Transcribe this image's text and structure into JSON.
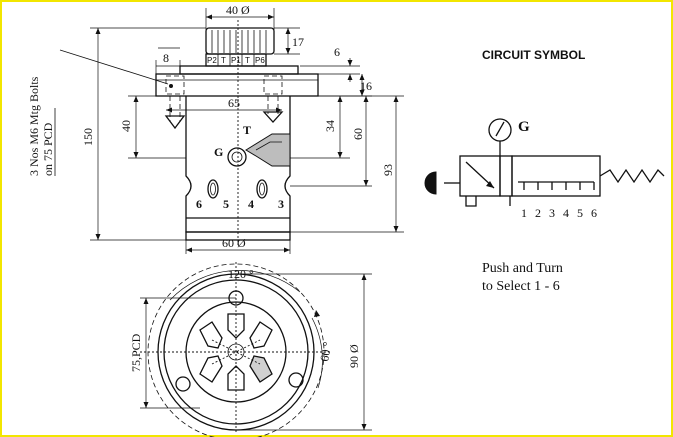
{
  "drawing": {
    "dims": {
      "knob_dia": "40 Ø",
      "knob_height": "17",
      "flange_thk": "6",
      "flange_to_ports": "16",
      "mount_width": "65",
      "bolt_depth": "40",
      "gauge_height": "34",
      "t_height": "60",
      "body_total": "93",
      "overall_height": "150",
      "base_width": "60 Ø",
      "flange_step": "8",
      "angle_top": "120 °",
      "angle_side": "60 °",
      "pcd": "75,PCD",
      "flange_dia": "90 Ø"
    },
    "ports_top": [
      "P2",
      "T",
      "P1",
      "T",
      "P6"
    ],
    "body_labels": {
      "g": "G",
      "t": "T",
      "port6": "6",
      "port5": "5",
      "port4": "4",
      "port3": "3"
    },
    "bolt_note": [
      "3 Nos M6 Mtg Bolts",
      "on 75 PCD"
    ]
  },
  "circuit": {
    "title": "CIRCUIT SYMBOL",
    "gauge_label": "G",
    "port_numbers": [
      "1",
      "2",
      "3",
      "4",
      "5",
      "6"
    ],
    "note_lines": [
      "Push and Turn",
      "to Select  1 - 6"
    ]
  }
}
